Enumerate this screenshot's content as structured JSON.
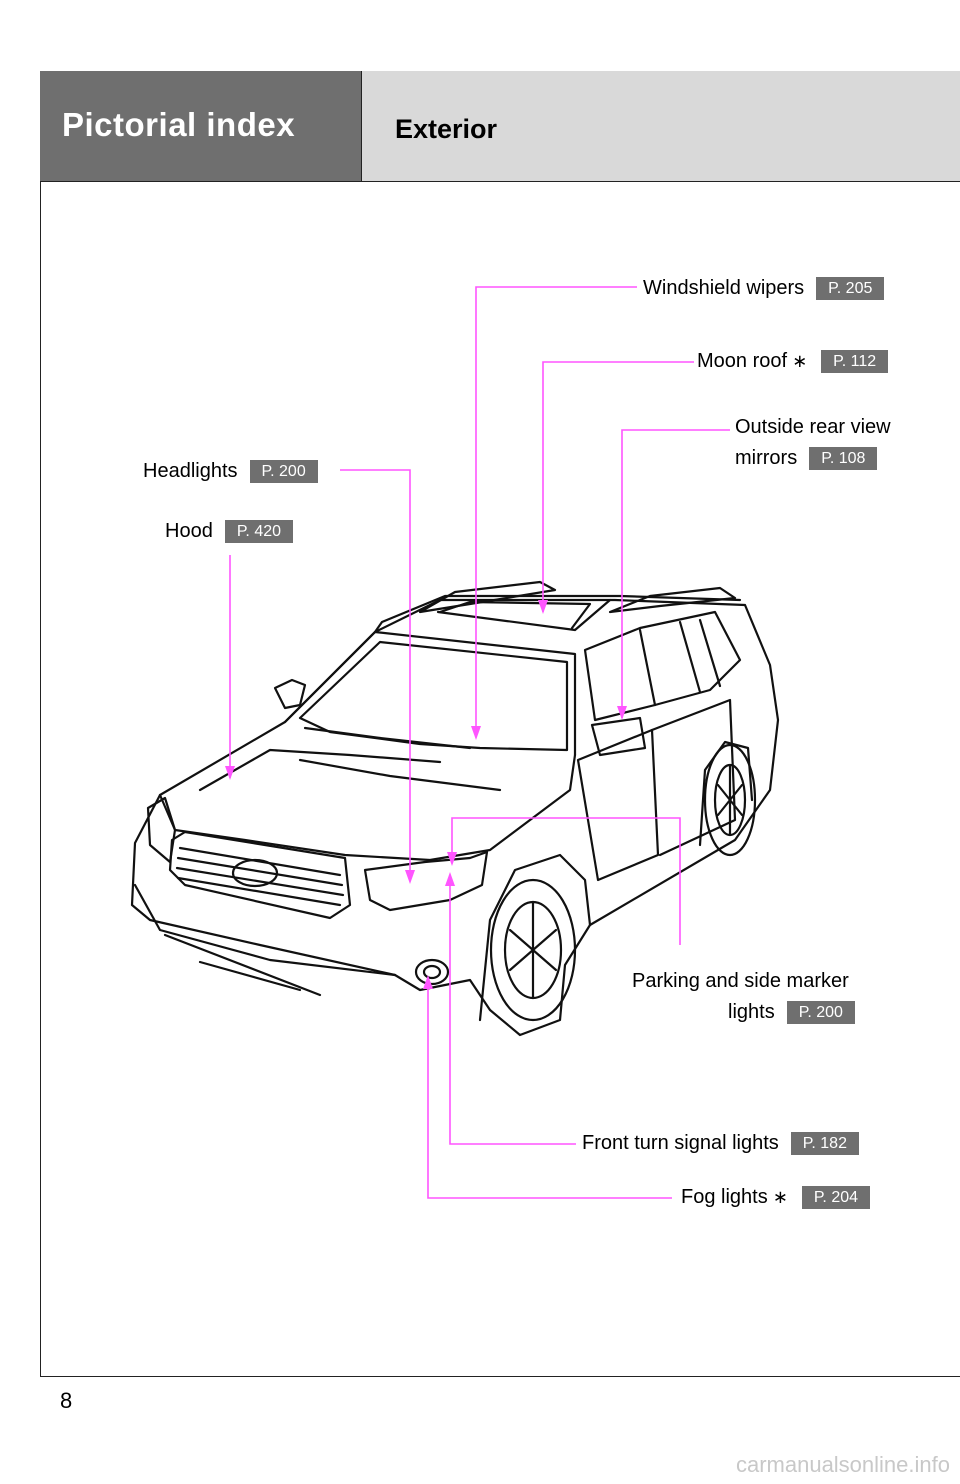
{
  "header": {
    "section_title": "Pictorial index",
    "subsection_title": "Exterior"
  },
  "callouts": {
    "windshield_wipers": {
      "label": "Windshield wipers",
      "page": "P. 205"
    },
    "moon_roof": {
      "label": "Moon roof",
      "star": "∗",
      "page": "P. 112"
    },
    "mirrors": {
      "label_line1": "Outside rear view",
      "label_line2": "mirrors",
      "page": "P. 108"
    },
    "headlights": {
      "label": "Headlights",
      "page": "P. 200"
    },
    "hood": {
      "label": "Hood",
      "page": "P. 420"
    },
    "parking_lights": {
      "label_line1": "Parking and side marker",
      "label_line2": "lights",
      "page": "P. 200"
    },
    "turn_signals": {
      "label": "Front turn signal lights",
      "page": "P. 182"
    },
    "fog_lights": {
      "label": "Fog lights",
      "star": "∗",
      "page": "P. 204"
    }
  },
  "page_number": "8",
  "watermark": "carmanualsonline.info",
  "colors": {
    "leader_line": "#ff55ff",
    "badge": "#6f6f6f",
    "header_dark": "#6f6f6f",
    "header_light": "#d9d9d9"
  }
}
